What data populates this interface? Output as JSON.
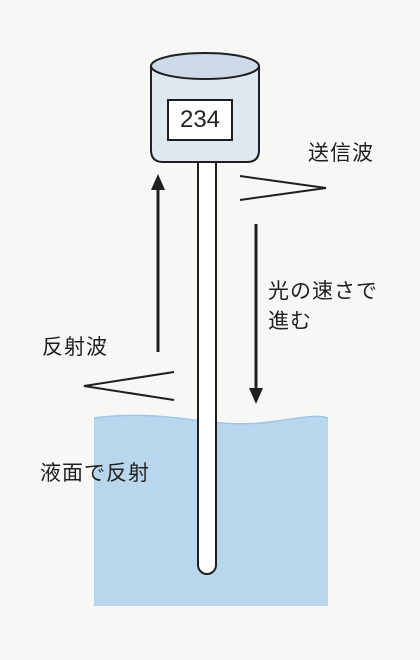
{
  "gauge": {
    "display_value": "234"
  },
  "labels": {
    "transmitted_wave": "送信波",
    "light_speed_line1": "光の速さで",
    "light_speed_line2": "進む",
    "reflected_wave": "反射波",
    "surface_reflection": "液面で反射"
  },
  "colors": {
    "liquid": "#b9d7ec",
    "sensor_body": "#dde8f1",
    "sensor_top": "#cddbe8",
    "line": "#1f1f1f",
    "background": "#f7f7f5"
  }
}
